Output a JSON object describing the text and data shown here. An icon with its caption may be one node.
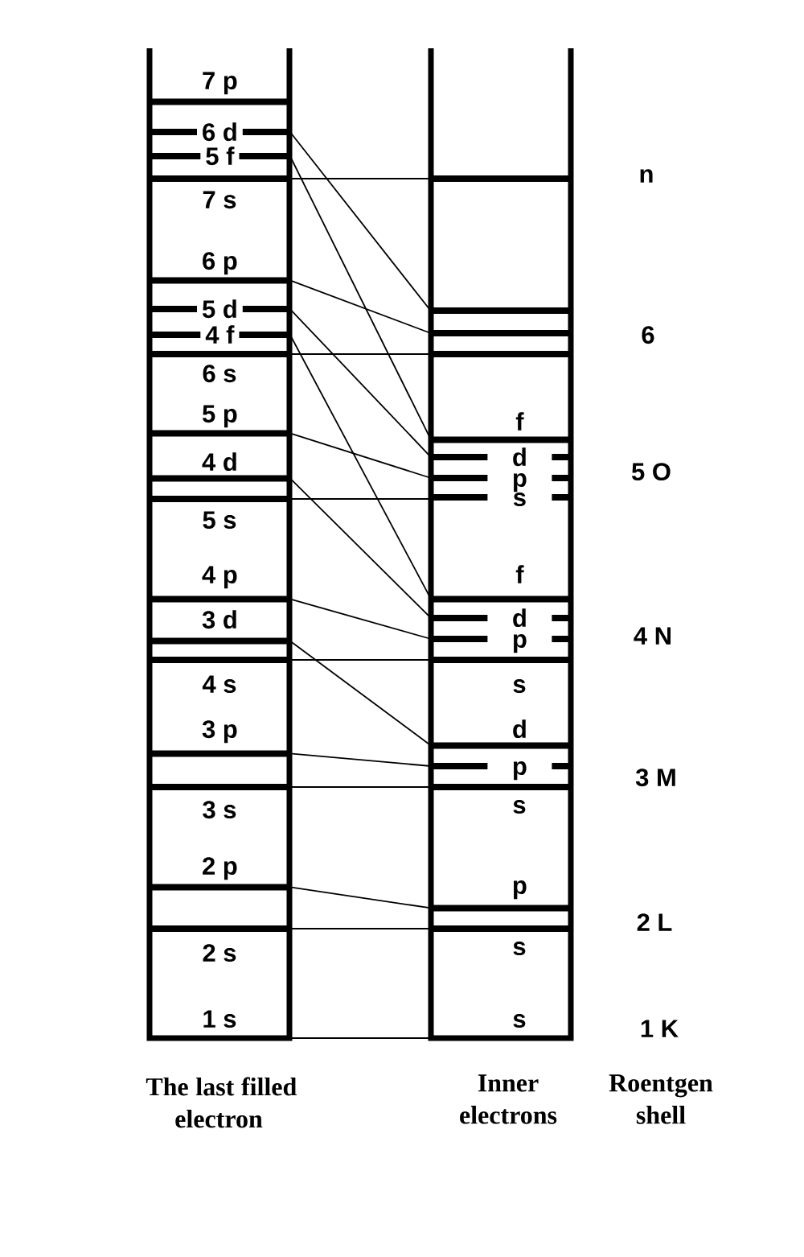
{
  "diagram": {
    "nodes": [
      {
        "text": [
          "The last filled electron"
        ]
      },
      {
        "text": [
          "7 p"
        ],
        "in": 0
      },
      {
        "text": [
          "6 d"
        ],
        "in": 0
      },
      {
        "text": [
          "5 f"
        ],
        "in": 0
      },
      {
        "text": [
          "7 s"
        ],
        "in": 0
      },
      {
        "text": [
          "6 p"
        ],
        "in": 0
      },
      {
        "text": [
          "5 d"
        ],
        "in": 0
      },
      {
        "text": [
          "4 f"
        ],
        "in": 0
      },
      {
        "text": [
          "6 s"
        ],
        "in": 0
      },
      {
        "text": [
          "5 p"
        ],
        "in": 0
      },
      {
        "text": [
          "4 d"
        ],
        "in": 0
      },
      {
        "text": [
          "5 s"
        ],
        "in": 0
      },
      {
        "text": [
          "4 p"
        ],
        "in": 0
      },
      {
        "text": [
          "3 d"
        ],
        "in": 0
      },
      {
        "text": [
          "4 s"
        ],
        "in": 0
      },
      {
        "text": [
          "3 p"
        ],
        "in": 0
      },
      {
        "text": [
          "3 s"
        ],
        "in": 0
      },
      {
        "text": [
          "2 p"
        ],
        "in": 0
      },
      {
        "text": [
          "2 s"
        ],
        "in": 0
      },
      {
        "text": [
          "1 s"
        ],
        "in": 0
      },
      {
        "text": [
          "Inner electrons"
        ]
      },
      {
        "text": [],
        "shape": "bar",
        "in": 20
      },
      {
        "text": [],
        "shape": "bar",
        "in": 20
      },
      {
        "text": [
          "f"
        ],
        "in": 20
      },
      {
        "text": [
          "d"
        ],
        "in": 20
      },
      {
        "text": [
          "p"
        ],
        "in": 20
      },
      {
        "text": [
          "s"
        ],
        "in": 20
      },
      {
        "text": [
          "f"
        ],
        "in": 20
      },
      {
        "text": [
          "d"
        ],
        "in": 20
      },
      {
        "text": [
          "p"
        ],
        "in": 20
      },
      {
        "text": [
          "s"
        ],
        "in": 20
      },
      {
        "text": [
          "d"
        ],
        "in": 20
      },
      {
        "text": [
          "p"
        ],
        "in": 20
      },
      {
        "text": [
          "s"
        ],
        "in": 20
      },
      {
        "text": [
          "p"
        ],
        "in": 20
      },
      {
        "text": [
          "s"
        ],
        "in": 20
      },
      {
        "text": [
          "s"
        ],
        "in": 20
      }
    ],
    "edges": [
      {
        "from": 2,
        "to": 21,
        "arrow": "none"
      },
      {
        "from": 3,
        "to": 23,
        "arrow": "none"
      },
      {
        "from": 5,
        "to": 22,
        "arrow": "none"
      },
      {
        "from": 6,
        "to": 24,
        "arrow": "none"
      },
      {
        "from": 7,
        "to": 27,
        "arrow": "none"
      },
      {
        "from": 9,
        "to": 25,
        "arrow": "none"
      },
      {
        "from": 10,
        "to": 28,
        "arrow": "none"
      },
      {
        "from": 12,
        "to": 29,
        "arrow": "none"
      },
      {
        "from": 13,
        "to": 31,
        "arrow": "none"
      },
      {
        "from": 15,
        "to": 32,
        "arrow": "none"
      },
      {
        "from": 17,
        "to": 34,
        "arrow": "none"
      }
    ],
    "labels": [
      "n",
      "6",
      "5 O",
      "4 N",
      "3 M",
      "2 L",
      "1 K",
      "Roentgen shell"
    ]
  }
}
